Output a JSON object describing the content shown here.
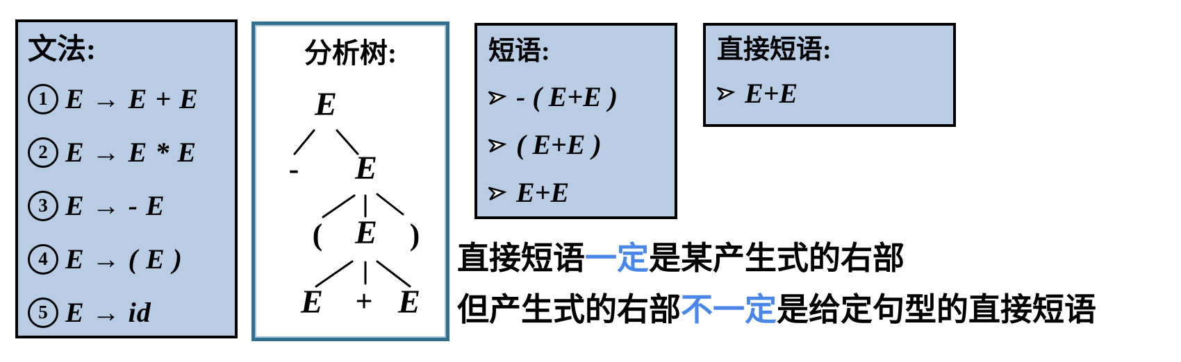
{
  "grammar_box": {
    "title": "文法:",
    "productions": [
      {
        "num": "1",
        "text": "E → E + E"
      },
      {
        "num": "2",
        "text": "E → E * E"
      },
      {
        "num": "3",
        "text": "E → - E"
      },
      {
        "num": "4",
        "text": "E → ( E )"
      },
      {
        "num": "5",
        "text": "E → id"
      }
    ]
  },
  "parse_tree_box": {
    "title": "分析树:",
    "nodes": {
      "root": "E",
      "minus": "-",
      "e2": "E",
      "lparen": "(",
      "e3": "E",
      "rparen": ")",
      "e4": "E",
      "plus": "+",
      "e5": "E"
    }
  },
  "phrases_box": {
    "title": "短语:",
    "items": [
      "- ( E+E )",
      "( E+E )",
      "E+E"
    ]
  },
  "direct_phrase_box": {
    "title": "直接短语:",
    "items": [
      "E+E"
    ]
  },
  "note": {
    "line1": {
      "pre": "直接短语",
      "highlight": "一定",
      "post": "是某产生式的右部"
    },
    "line2": {
      "pre": "但产生式的右部",
      "highlight": "不一定",
      "post": "是给定句型的直接短语"
    }
  },
  "colors": {
    "box_fill": "#b8cce4",
    "box_border": "#000000",
    "tree_border": "#31708f",
    "highlight_blue": "#4a86e8",
    "text": "#000000"
  }
}
